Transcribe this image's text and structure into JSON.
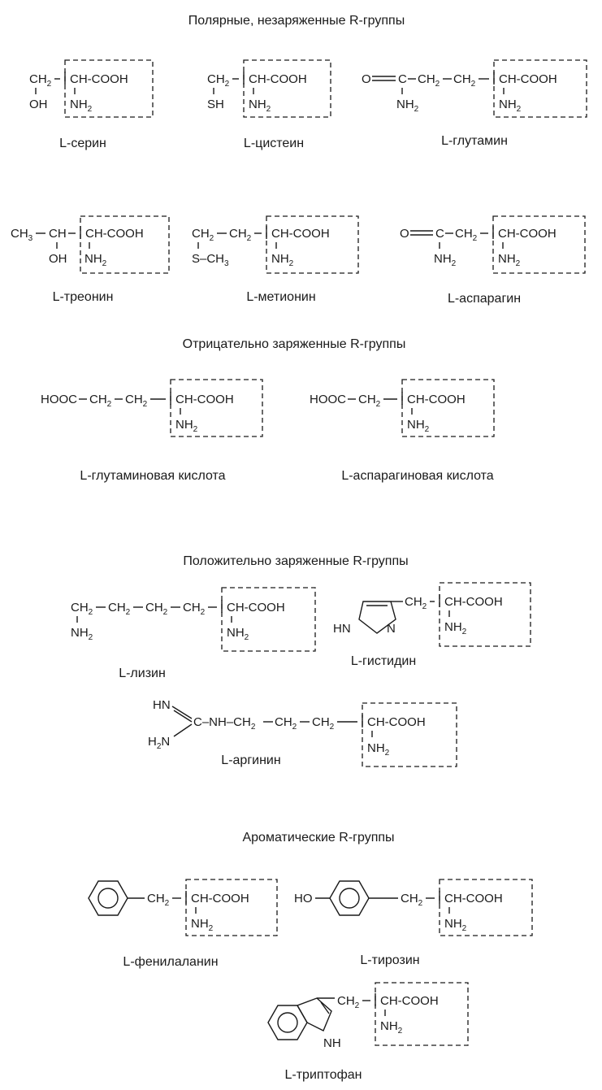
{
  "sections": {
    "polar": "Полярные, незаряженные R-группы",
    "negative": "Отрицательно заряженные R-группы",
    "positive": "Положительно заряженные R-группы",
    "aromatic": "Ароматические R-группы"
  },
  "core": {
    "top": "CH-COOH",
    "bottom": "NH2"
  },
  "amino_acids": [
    {
      "name": "L-серин",
      "r_top": "CH2",
      "r_bottom": "OH"
    },
    {
      "name": "L-цистеин",
      "r_top": "CH2",
      "r_bottom": "SH"
    },
    {
      "name": "L-глутамин",
      "r_top": "O═C–CH2–CH2",
      "r_bottom": "NH2"
    },
    {
      "name": "L-треонин",
      "r_top": "CH3–CH",
      "r_bottom": "OH"
    },
    {
      "name": "L-метионин",
      "r_top": "CH2–CH2",
      "r_bottom": "S–CH3"
    },
    {
      "name": "L-аспарагин",
      "r_top": "O═C–CH2",
      "r_bottom": "NH2"
    },
    {
      "name": "L-глутаминовая кислота",
      "r_top": "HOOC–CH2–CH2",
      "r_bottom": ""
    },
    {
      "name": "L-аспарагиновая кислота",
      "r_top": "HOOC–CH2",
      "r_bottom": ""
    },
    {
      "name": "L-лизин",
      "r_top": "CH2–CH2–CH2–CH2",
      "r_bottom": "NH2"
    },
    {
      "name": "L-гистидин",
      "r_top": "CH2",
      "ring_labels": [
        "HN",
        "N"
      ]
    },
    {
      "name": "L-аргинин",
      "r_top": "C–NH–CH2–CH2–CH2",
      "side_labels": [
        "HN",
        "H2N"
      ]
    },
    {
      "name": "L-фенилаланин",
      "r_top": "CH2"
    },
    {
      "name": "L-тирозин",
      "r_top": "HO–C6H4–CH2",
      "side_labels": [
        "HO"
      ]
    },
    {
      "name": "L-триптофан",
      "r_top": "CH2",
      "ring_labels": [
        "NH"
      ]
    }
  ]
}
